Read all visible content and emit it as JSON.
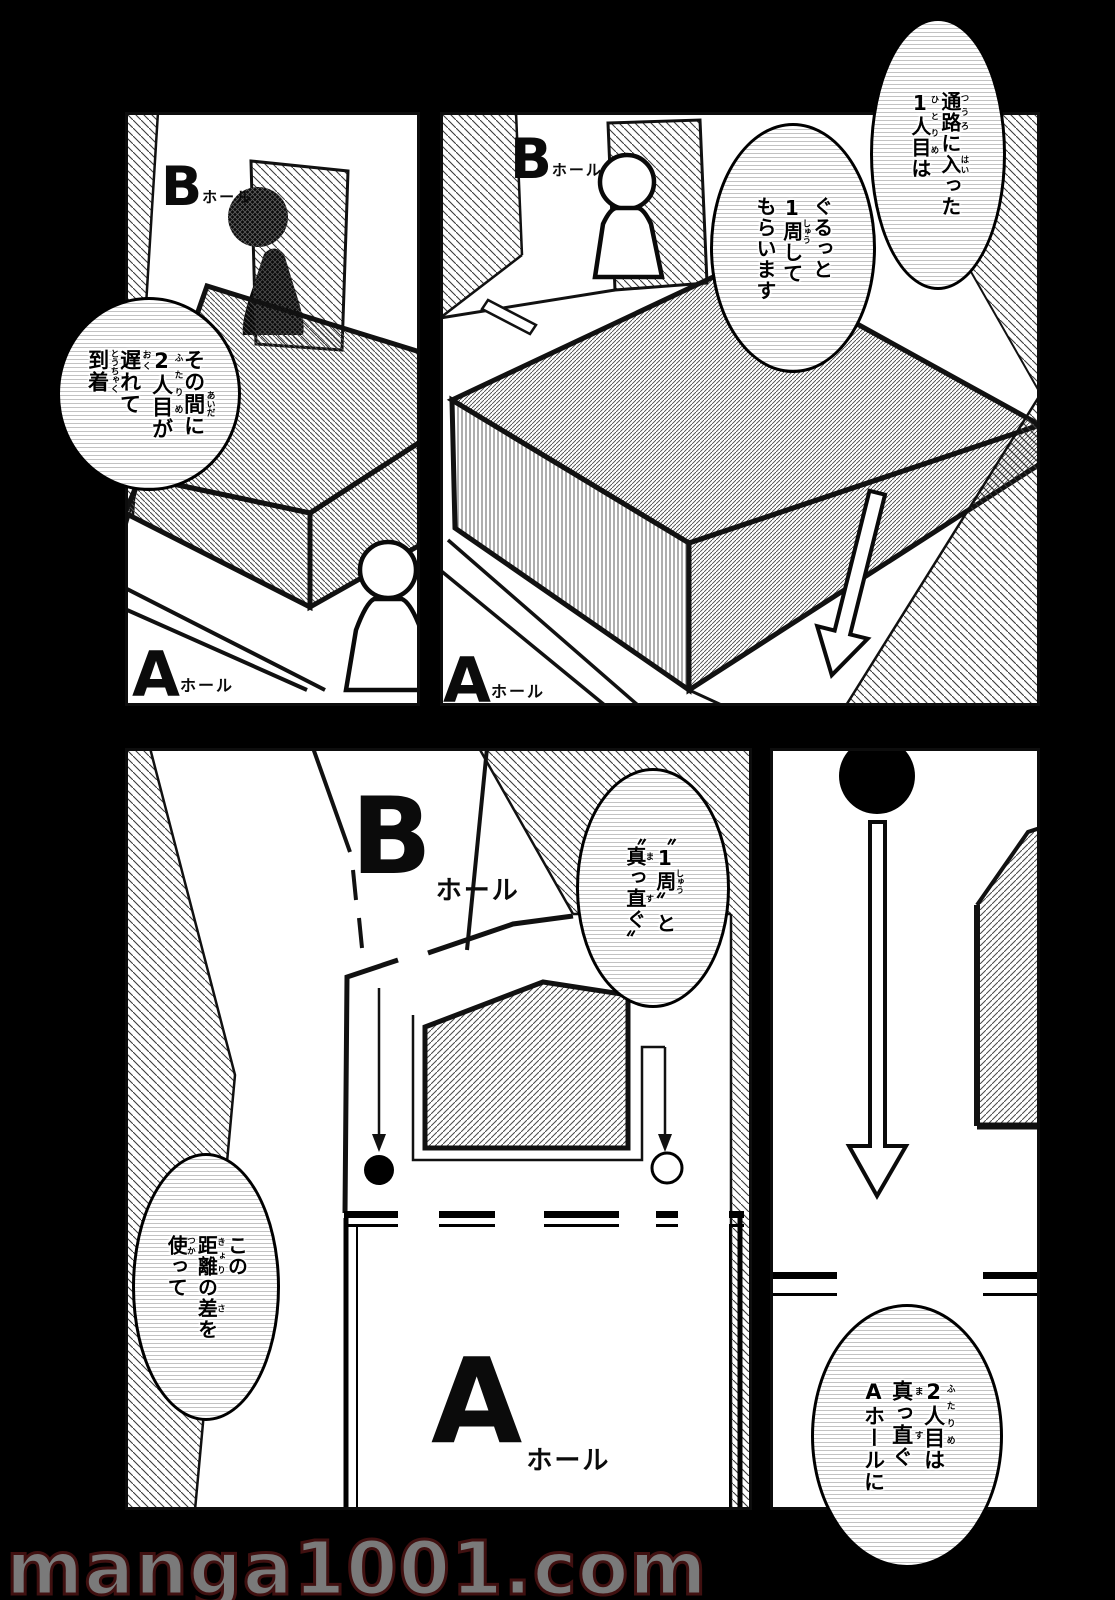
{
  "page": {
    "watermark": "manga1001.com"
  },
  "colors": {
    "ink": "#000000",
    "paper": "#ffffff",
    "tone_line": "#c2c2c2",
    "watermark_fill": "#7a7a7a",
    "watermark_outline": "#401010"
  },
  "panels": {
    "top_left": {
      "label_b": {
        "big": "B",
        "small": "ホール"
      },
      "label_a": {
        "big": "A",
        "small": "ホール"
      }
    },
    "top_right": {
      "label_b": {
        "big": "B",
        "small": "ホール"
      },
      "label_a": {
        "big": "A",
        "small": "ホール"
      }
    },
    "bottom_left": {
      "label_b": {
        "big": "B",
        "small": "ホール"
      },
      "label_a": {
        "big": "A",
        "small": "ホール"
      }
    },
    "bottom_right": {}
  },
  "bubbles": [
    {
      "id": "bubble-1",
      "columns": [
        [
          {
            "t": "通路",
            "r": "つうろ"
          },
          {
            "t": "に"
          },
          {
            "t": "入",
            "r": "はい"
          },
          {
            "t": "った"
          }
        ],
        [
          {
            "t": "1人目",
            "r": "ひとりめ"
          },
          {
            "t": "は"
          }
        ]
      ]
    },
    {
      "id": "bubble-2",
      "columns": [
        [
          {
            "t": "ぐるっと"
          }
        ],
        [
          {
            "t": "1"
          },
          {
            "t": "周",
            "r": "しゅう"
          },
          {
            "t": "して"
          }
        ],
        [
          {
            "t": "もらいます"
          }
        ]
      ]
    },
    {
      "id": "bubble-3",
      "columns": [
        [
          {
            "t": "その"
          },
          {
            "t": "間",
            "r": "あいだ"
          },
          {
            "t": "に"
          }
        ],
        [
          {
            "t": "2人目",
            "r": "ふたりめ"
          },
          {
            "t": "が"
          }
        ],
        [
          {
            "t": "遅",
            "r": "おく"
          },
          {
            "t": "れて"
          }
        ],
        [
          {
            "t": "到着",
            "r": "とうちゃく"
          }
        ]
      ]
    },
    {
      "id": "bubble-4",
      "columns": [
        [
          {
            "t": "〝1"
          },
          {
            "t": "周",
            "r": "しゅう"
          },
          {
            "t": "〟と"
          }
        ],
        [
          {
            "t": "〝"
          },
          {
            "t": "真",
            "r": "ま"
          },
          {
            "t": "っ"
          },
          {
            "t": "直",
            "r": "す"
          },
          {
            "t": "ぐ〟"
          }
        ]
      ]
    },
    {
      "id": "bubble-5",
      "columns": [
        [
          {
            "t": "この"
          }
        ],
        [
          {
            "t": "距離",
            "r": "きょり"
          },
          {
            "t": "の"
          },
          {
            "t": "差",
            "r": "さ"
          },
          {
            "t": "を"
          }
        ],
        [
          {
            "t": "使",
            "r": "つか"
          },
          {
            "t": "って"
          }
        ]
      ]
    },
    {
      "id": "bubble-6",
      "columns": [
        [
          {
            "t": "2人目",
            "r": "ふたりめ"
          },
          {
            "t": "は"
          }
        ],
        [
          {
            "t": "真",
            "r": "ま"
          },
          {
            "t": "っ"
          },
          {
            "t": "直",
            "r": "す"
          },
          {
            "t": "ぐ"
          }
        ],
        [
          {
            "t": "Aホールに"
          }
        ]
      ]
    }
  ]
}
